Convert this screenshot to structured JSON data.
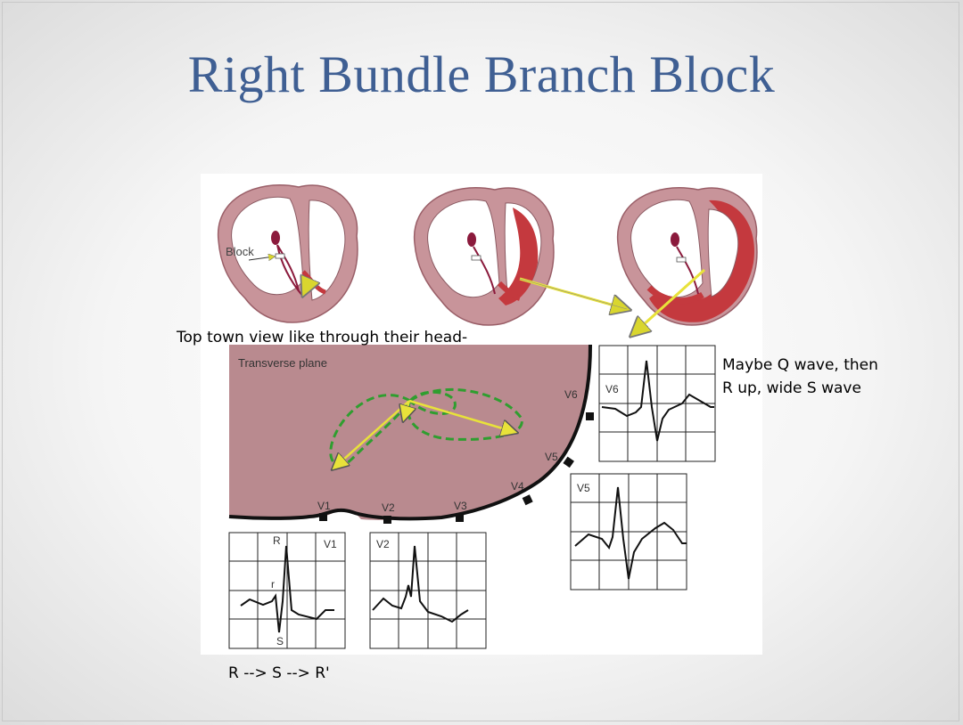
{
  "slide": {
    "title": "Right Bundle Branch Block"
  },
  "annotations": {
    "top_note": "Top town view like through their head-",
    "right_note_line1": "Maybe Q wave, then",
    "right_note_line2": "R up, wide S wave",
    "bottom_note": "R --> S --> R'"
  },
  "diagram": {
    "block_label": "Block",
    "plane_label": "Transverse plane",
    "leads": {
      "v1": "V1",
      "v2": "V2",
      "v3": "V3",
      "v4": "V4",
      "v5": "V5",
      "v6": "V6"
    },
    "v1_wave_labels": {
      "r_big": "R",
      "r_small": "r",
      "s": "S"
    }
  },
  "colors": {
    "title": "#3f5f93",
    "heart_wall": "#c8949a",
    "conduction": "#8b1a3c",
    "activated_muscle": "#c4393e",
    "arrow": "#e8e23a",
    "vector_loop": "#2f9e2f",
    "chest_section": "#b98a8f"
  }
}
